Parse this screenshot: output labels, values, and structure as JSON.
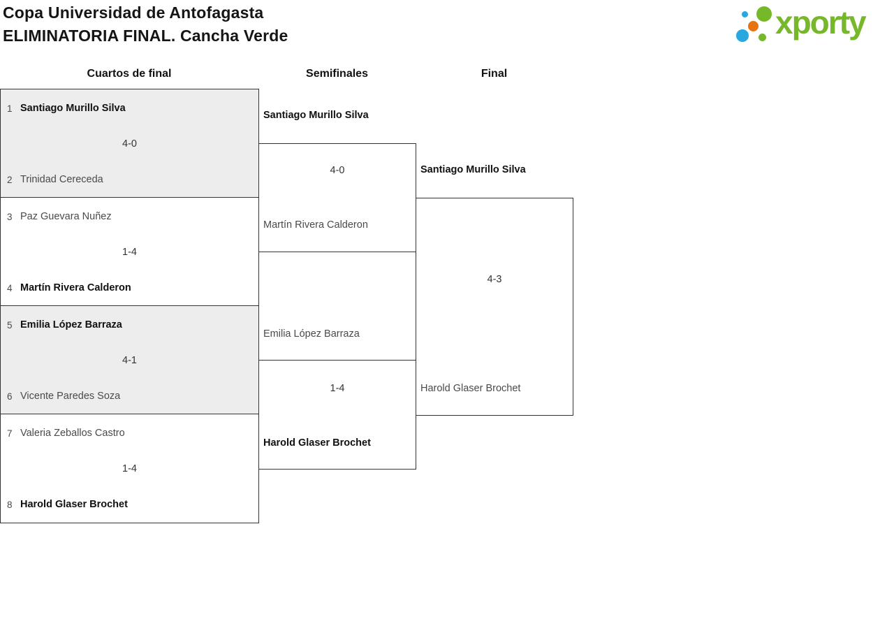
{
  "header": {
    "title_line1": "Copa Universidad de Antofagasta",
    "title_line2": "ELIMINATORIA FINAL. Cancha Verde"
  },
  "logo": {
    "text": "xporty",
    "colors": {
      "green": "#76b82a",
      "blue": "#29a8e0",
      "orange": "#e8730d"
    }
  },
  "columns": [
    {
      "label": "Cuartos de final"
    },
    {
      "label": "Semifinales"
    },
    {
      "label": "Final"
    }
  ],
  "bracket": {
    "quarterfinals": [
      {
        "seed1": "1",
        "player1": "Santiago Murillo Silva",
        "bold1": true,
        "score": "4-0",
        "seed2": "2",
        "player2": "Trinidad Cereceda",
        "bold2": false
      },
      {
        "seed1": "3",
        "player1": "Paz Guevara Nuñez",
        "bold1": false,
        "score": "1-4",
        "seed2": "4",
        "player2": "Martín Rivera Calderon",
        "bold2": true
      },
      {
        "seed1": "5",
        "player1": "Emilia López Barraza",
        "bold1": true,
        "score": "4-1",
        "seed2": "6",
        "player2": "Vicente Paredes Soza",
        "bold2": false
      },
      {
        "seed1": "7",
        "player1": "Valeria Zeballos Castro",
        "bold1": false,
        "score": "1-4",
        "seed2": "8",
        "player2": "Harold Glaser Brochet",
        "bold2": true
      }
    ],
    "semifinals": [
      {
        "player1": "Santiago Murillo Silva",
        "bold1": true,
        "score": "4-0",
        "player2": "Martín Rivera Calderon",
        "bold2": false
      },
      {
        "player1": "Emilia López Barraza",
        "bold1": false,
        "score": "1-4",
        "player2": "Harold Glaser Brochet",
        "bold2": true
      }
    ],
    "final": {
      "player1": "Santiago Murillo Silva",
      "bold1": true,
      "score": "4-3",
      "player2": "Harold Glaser Brochet",
      "bold2": false
    }
  },
  "style": {
    "shaded_box_bg": "#ededed",
    "border_color": "#333333",
    "winner_text_color": "#111111",
    "player_text_color": "#4a4a4a"
  }
}
